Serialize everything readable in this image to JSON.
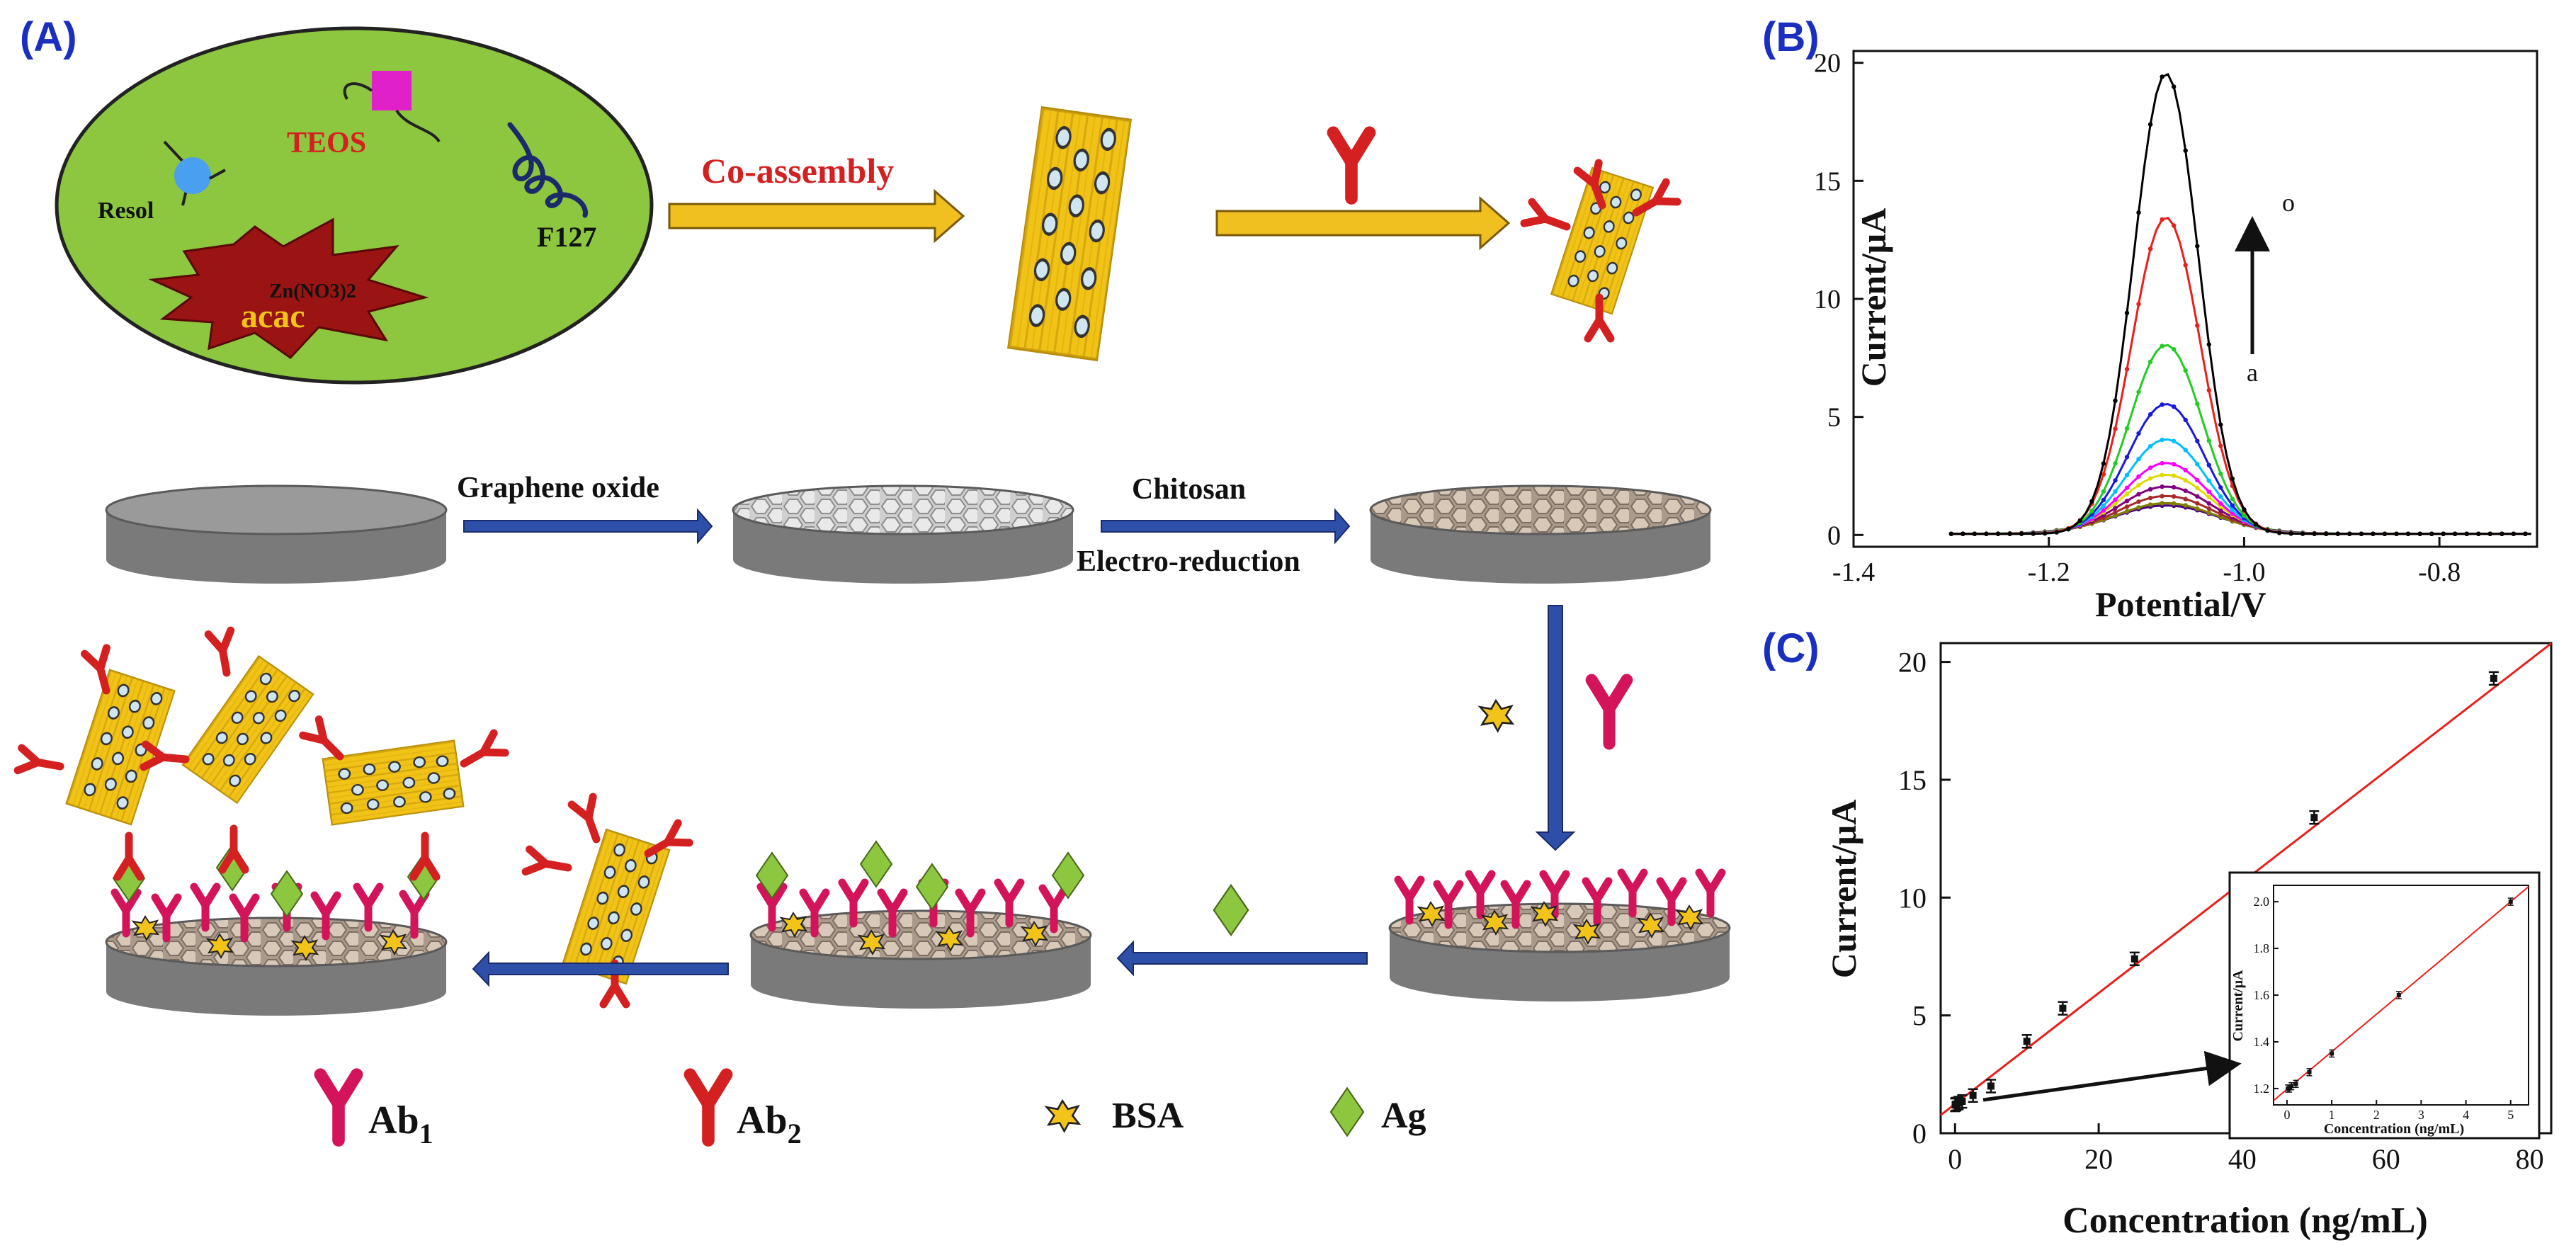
{
  "panel_a": {
    "label": "(A)",
    "precursor": {
      "tags": [
        "TEOS",
        "Resol",
        "F127"
      ],
      "star_top": "Zn(NO3)2",
      "star_main": "acac"
    },
    "arrow_coassembly": "Co-assembly",
    "arrow_graphene": "Graphene oxide",
    "arrow_chitosan": "Chitosan",
    "arrow_electro": "Electro-reduction",
    "legend": {
      "ab1": "Ab",
      "ab1_sub": "1",
      "ab2": "Ab",
      "ab2_sub": "2",
      "bsa": "BSA",
      "ag": "Ag"
    },
    "colors": {
      "ab1": "#d4145a",
      "ab2": "#d42020",
      "ellipse": "#8dc63f",
      "particle": "#f2c318",
      "arrow_blue": "#2e4fa8",
      "arrow_gold": "#f0c020",
      "ag": "#8dc63f",
      "electrode": "#7a7a7a",
      "star": "#9b1414"
    }
  },
  "panel_b": {
    "label": "(B)",
    "annotation_top": "o",
    "annotation_bottom": "a",
    "chart_data": {
      "type": "line",
      "xlabel": "Potential/V",
      "ylabel": "Current/μA",
      "xlim": [
        -1.4,
        -0.7
      ],
      "ylim": [
        -0.5,
        20.5
      ],
      "xticks": [
        "-1.4",
        "-1.2",
        "-1.0",
        "-0.8"
      ],
      "yticks": [
        "0",
        "5",
        "10",
        "15",
        "20"
      ],
      "peak_potential": -1.08,
      "series_peaks": [
        19.5,
        13.4,
        8.0,
        5.5,
        4.0,
        3.0,
        2.5,
        2.0,
        1.6,
        1.3,
        1.2,
        1.2
      ],
      "series_colors": [
        "#000000",
        "#e8201c",
        "#22cc22",
        "#1a1adc",
        "#00bfff",
        "#ff00ff",
        "#dcdc00",
        "#800080",
        "#a52a2a",
        "#808000",
        "#4b0082",
        "#228b22"
      ]
    }
  },
  "panel_c": {
    "label": "(C)",
    "chart_data": {
      "type": "scatter",
      "xlabel": "Concentration (ng/mL)",
      "ylabel": "Current/μA",
      "xlim": [
        -2,
        83
      ],
      "ylim": [
        0,
        20.8
      ],
      "xticks": [
        "0",
        "20",
        "40",
        "60",
        "80"
      ],
      "yticks": [
        "0",
        "5",
        "10",
        "15",
        "20"
      ],
      "x": [
        0.02,
        0.05,
        0.1,
        0.2,
        0.5,
        1,
        2.5,
        5,
        10,
        15,
        25,
        50,
        75
      ],
      "y": [
        1.2,
        1.22,
        1.22,
        1.24,
        1.28,
        1.35,
        1.6,
        2.0,
        3.9,
        5.3,
        7.4,
        13.4,
        19.3
      ],
      "fit_line": {
        "slope": 0.2355,
        "intercept": 1.24,
        "color": "#e8201c"
      }
    },
    "inset_chart_data": {
      "type": "scatter",
      "xlabel": "Concentration (ng/mL)",
      "ylabel": "Current/μA",
      "xlim": [
        -0.3,
        5.4
      ],
      "ylim": [
        1.13,
        2.07
      ],
      "xticks": [
        "0",
        "1",
        "2",
        "3",
        "4",
        "5"
      ],
      "yticks": [
        "1.2",
        "1.4",
        "1.6",
        "1.8",
        "2.0"
      ],
      "x": [
        0.02,
        0.05,
        0.1,
        0.2,
        0.5,
        1,
        2.5,
        5
      ],
      "y": [
        1.2,
        1.2,
        1.21,
        1.22,
        1.27,
        1.35,
        1.6,
        2.0
      ]
    }
  }
}
